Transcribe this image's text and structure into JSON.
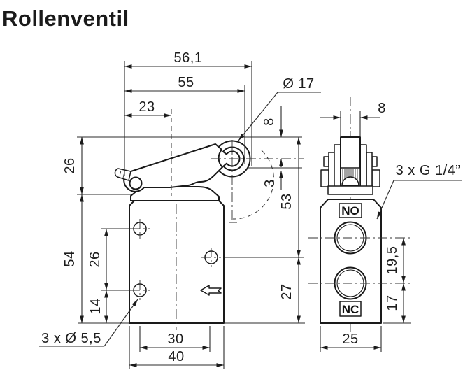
{
  "title": "Rollenventil",
  "front_view": {
    "dims": {
      "total_width": "56,1",
      "lever_length": "55",
      "pivot_offset": "23",
      "roller_diameter": "Ø 17",
      "lever_height": "26",
      "body_height": "54",
      "hole_spacing": "26",
      "hole_bottom_offset": "14",
      "mounting_holes": "3 x Ø 5,5",
      "hole_span": "30",
      "body_width": "40",
      "roller_top_offset": "8",
      "roller_center_offset": "3",
      "upper_height": "53",
      "port_height": "27"
    }
  },
  "side_view": {
    "labels": {
      "port_open": "NO",
      "port_closed": "NC",
      "thread_ports": "3 x G 1/4”"
    },
    "dims": {
      "roller_width": "8",
      "port_spacing": "19,5",
      "port_bottom_offset": "17",
      "body_depth": "25"
    }
  },
  "colors": {
    "line": "#1a1a1a",
    "background": "#ffffff"
  }
}
